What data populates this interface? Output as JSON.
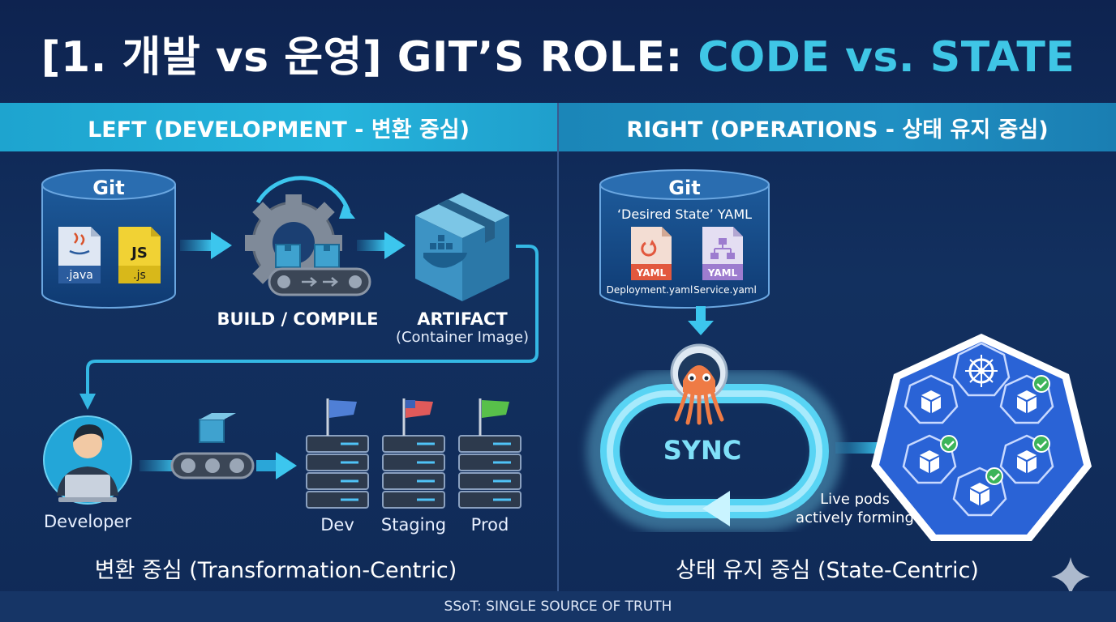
{
  "title": {
    "main": "[1. 개발 vs 운영] GIT’S ROLE: ",
    "accent": "CODE vs. STATE"
  },
  "left": {
    "header": "LEFT (DEVELOPMENT - 변환 중심)",
    "git_label": "Git",
    "file_java": ".java",
    "file_js": ".js",
    "file_js_badge": "JS",
    "build_label": "BUILD / COMPILE",
    "artifact_label": "ARTIFACT",
    "artifact_sub": "(Container Image)",
    "developer_label": "Developer",
    "env_dev": "Dev",
    "env_staging": "Staging",
    "env_prod": "Prod",
    "caption": "변환 중심 (Transformation-Centric)"
  },
  "right": {
    "header": "RIGHT (OPERATIONS - 상태 유지 중심)",
    "git_label": "Git",
    "desired_state": "‘Desired State’ YAML",
    "yaml_badge_1": "YAML",
    "yaml_badge_2": "YAML",
    "file_deployment": "Deployment.yaml",
    "file_service": "Service.yaml",
    "sync_label": "SYNC",
    "live_pods_1": "Live pods",
    "live_pods_2": "actively forming",
    "caption": "상태 유지 중심 (State-Centric)"
  },
  "footer": "SSoT: SINGLE SOURCE OF TRUTH",
  "colors": {
    "background": "#102a57",
    "accent": "#3fc6e6",
    "band_left": "#22aed8",
    "band_right": "#1c88ba",
    "k8s_blue": "#2a63d6",
    "check_green": "#3cb45a"
  },
  "icons": [
    "java-icon",
    "js-icon",
    "gear-icon",
    "package-box-icon",
    "docker-whale-icon",
    "developer-avatar-icon",
    "laptop-icon",
    "conveyor-icon",
    "server-rack-icon",
    "flag-icon",
    "argo-octopus-icon",
    "sync-loop-icon",
    "kubernetes-helm-icon",
    "pod-cube-icon",
    "check-badge-icon",
    "sparkle-icon"
  ]
}
